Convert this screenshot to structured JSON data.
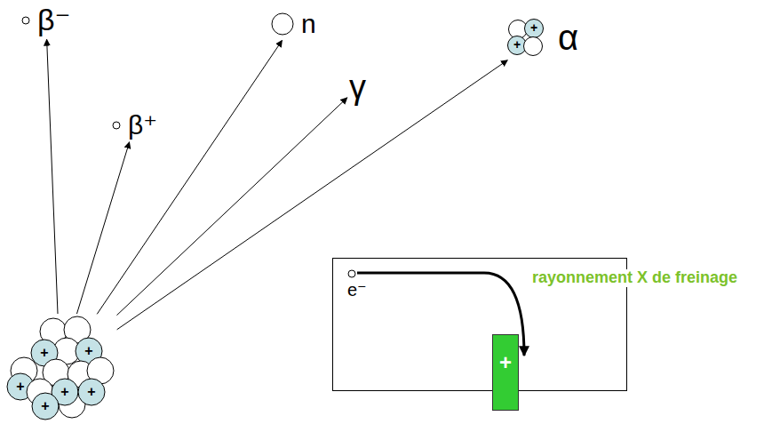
{
  "diagram": {
    "nodes": [
      {
        "text": [
          "+",
          "+",
          "+",
          "+",
          "+",
          "+"
        ]
      },
      {
        "text": [
          "β⁻"
        ]
      },
      {
        "text": [
          "β⁺"
        ]
      },
      {
        "text": [
          "n"
        ]
      },
      {
        "text": [
          "γ"
        ]
      },
      {
        "text": [
          "+",
          "+",
          "α"
        ]
      },
      {
        "text": [
          "rayonnement X de freinage"
        ]
      },
      {
        "text": [
          "e⁻"
        ],
        "in": 6
      },
      {
        "text": [
          "+"
        ],
        "in": 6
      }
    ],
    "edges": [
      {
        "from": 0,
        "to": 1,
        "arrow": "to"
      },
      {
        "from": 0,
        "to": 2,
        "arrow": "to"
      },
      {
        "from": 0,
        "to": 3,
        "arrow": "to"
      },
      {
        "from": 0,
        "to": 4,
        "arrow": "to"
      },
      {
        "from": 0,
        "to": 5,
        "arrow": "to"
      }
    ]
  }
}
